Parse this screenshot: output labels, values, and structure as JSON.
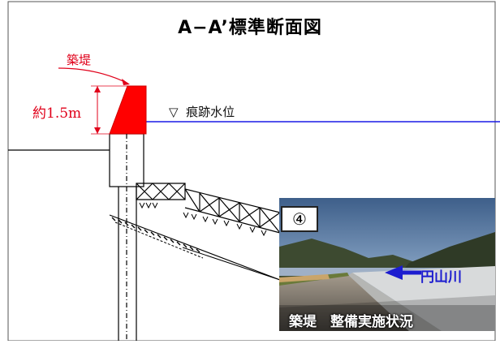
{
  "title": "A−A’標準断面図",
  "labels": {
    "dike": "築堤",
    "dike_height": "約1.5m",
    "water_level_symbol": "▽",
    "water_level": "痕跡水位"
  },
  "photo": {
    "number": "④",
    "river_name": "円山川",
    "caption": "築堤　整備実施状況"
  },
  "colors": {
    "dike_fill": "#ff0000",
    "water_line": "#1a1ae6",
    "label_red": "#e0001a",
    "river_arrow": "#1c1ccf"
  }
}
